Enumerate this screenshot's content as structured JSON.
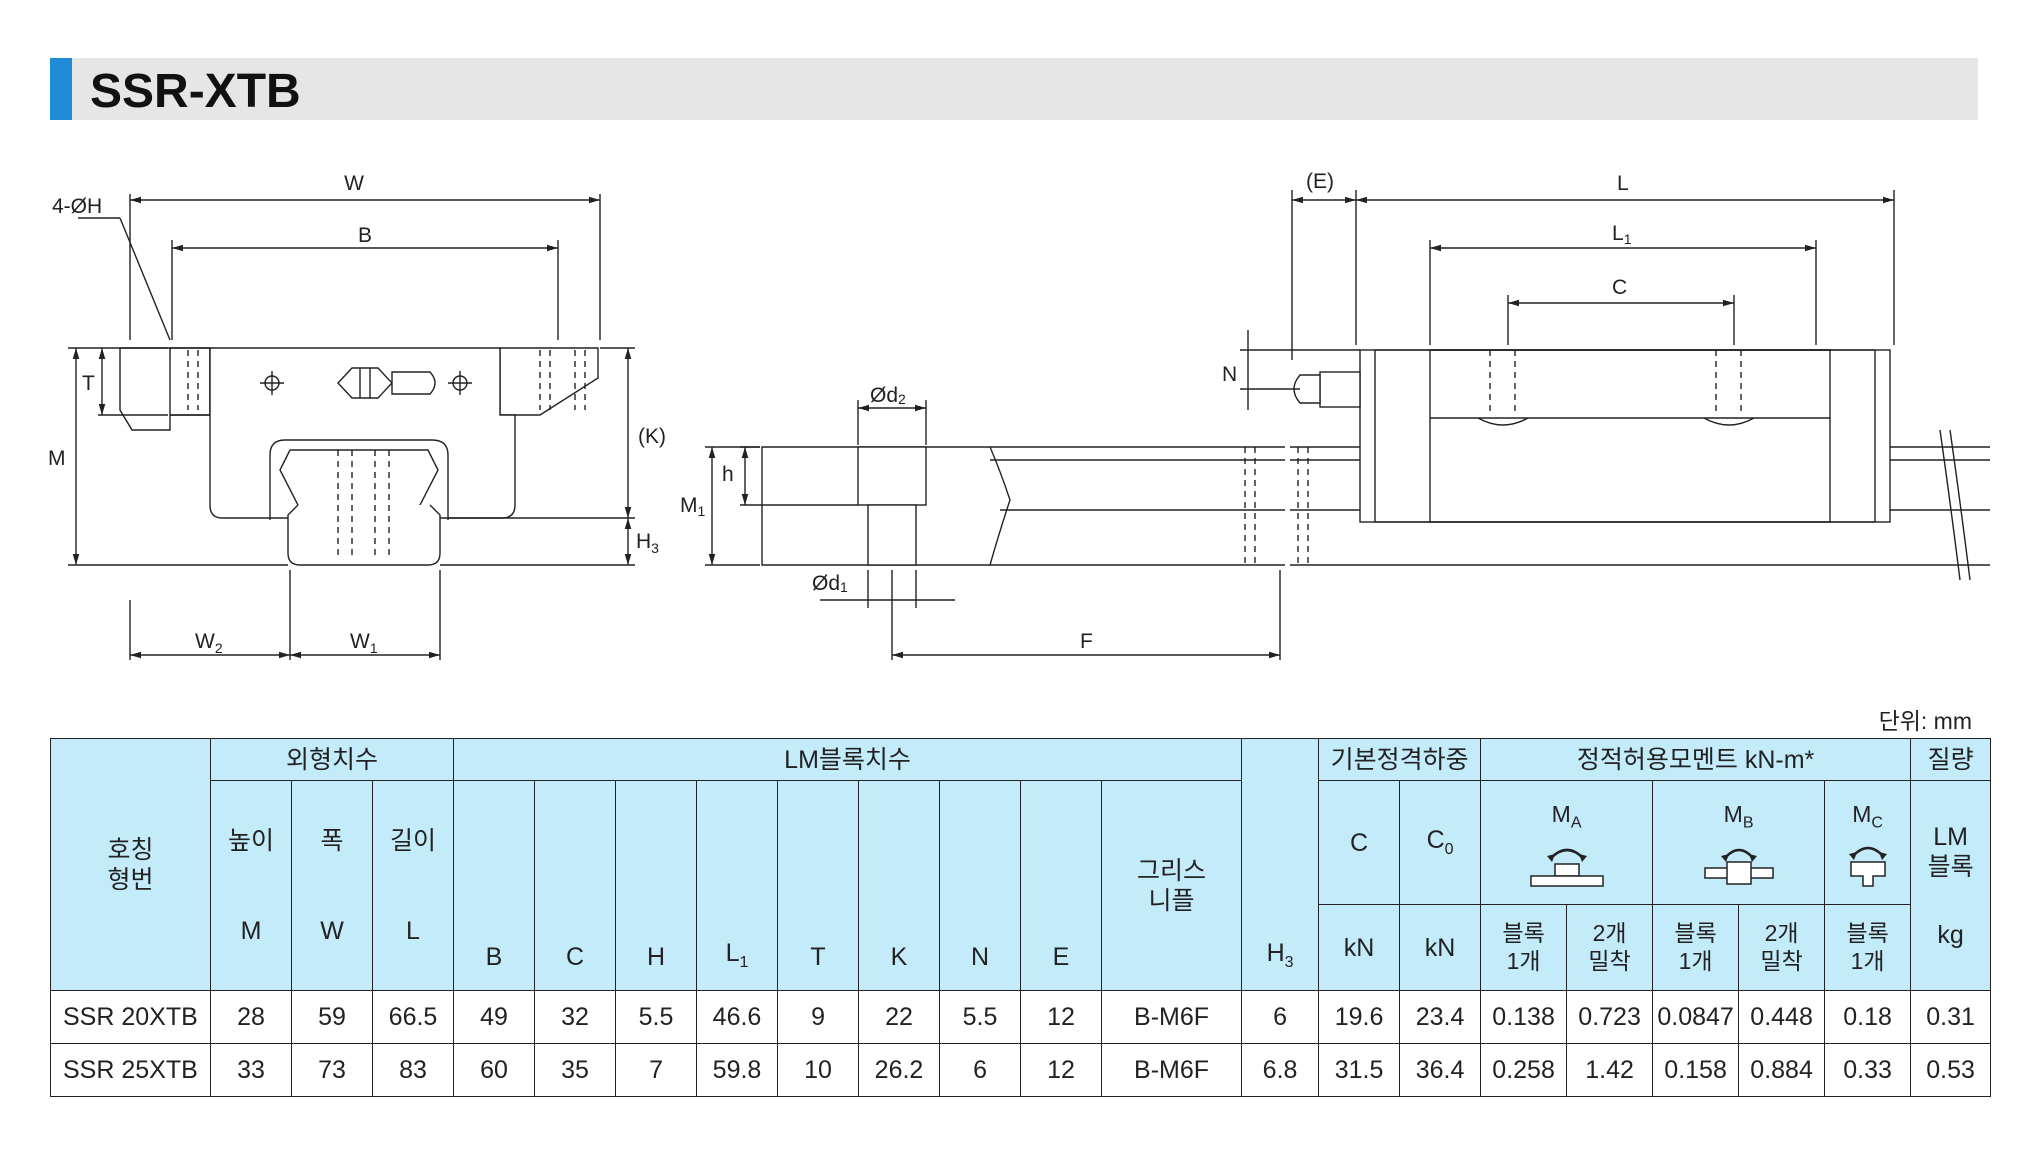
{
  "title": "SSR-XTB",
  "unit_note": "단위: mm",
  "drawing_labels": {
    "front": {
      "w": "W",
      "b": "B",
      "four_h": "4-ØH",
      "t": "T",
      "m": "M",
      "k": "(K)",
      "h3": "H",
      "h3_sub": "3",
      "w2": "W",
      "w2_sub": "2",
      "w1": "W",
      "w1_sub": "1"
    },
    "rail": {
      "d2": "Ød",
      "d2_sub": "2",
      "h": "h",
      "m1": "M",
      "m1_sub": "1",
      "d1": "Ød",
      "d1_sub": "1",
      "f": "F"
    },
    "side": {
      "e": "(E)",
      "l": "L",
      "l1": "L",
      "l1_sub": "1",
      "c": "C",
      "n": "N"
    }
  },
  "table": {
    "head": {
      "model_line1": "호칭",
      "model_line2": "형번",
      "outer_dims": "외형치수",
      "lm_block_dims": "LM블록치수",
      "basic_load": "기본정격하중",
      "static_moment": "정적허용모멘트 kN-m*",
      "mass": "질량",
      "height": "높이",
      "width": "폭",
      "length": "길이",
      "grease_line1": "그리스",
      "grease_line2": "니플",
      "lm_line1": "LM",
      "lm_line2": "블록",
      "col_m": "M",
      "col_w": "W",
      "col_l": "L",
      "col_b": "B",
      "col_c": "C",
      "col_h": "H",
      "col_l1": "L",
      "col_l1_sub": "1",
      "col_t": "T",
      "col_k": "K",
      "col_n": "N",
      "col_e": "E",
      "col_h3": "H",
      "col_h3_sub": "3",
      "col_load_c": "C",
      "col_load_c0": "C",
      "col_load_c0_sub": "0",
      "ma": "M",
      "ma_sub": "A",
      "mb": "M",
      "mb_sub": "B",
      "mc": "M",
      "mc_sub": "C",
      "kn1": "kN",
      "kn2": "kN",
      "one_block_line1": "블록",
      "one_block_line2": "1개",
      "two_close_line1": "2개",
      "two_close_line2": "밀착",
      "kg": "kg"
    },
    "rows": [
      [
        "SSR 20XTB",
        "28",
        "59",
        "66.5",
        "49",
        "32",
        "5.5",
        "46.6",
        "9",
        "22",
        "5.5",
        "12",
        "B-M6F",
        "6",
        "19.6",
        "23.4",
        "0.138",
        "0.723",
        "0.0847",
        "0.448",
        "0.18",
        "0.31"
      ],
      [
        "SSR 25XTB",
        "33",
        "73",
        "83",
        "60",
        "35",
        "7",
        "59.8",
        "10",
        "26.2",
        "6",
        "12",
        "B-M6F",
        "6.8",
        "31.5",
        "36.4",
        "0.258",
        "1.42",
        "0.158",
        "0.884",
        "0.33",
        "0.53"
      ]
    ]
  },
  "colors": {
    "accent": "#1f8ad6",
    "header_bg": "#c3ebfa",
    "title_bg": "#e6e6e6"
  }
}
